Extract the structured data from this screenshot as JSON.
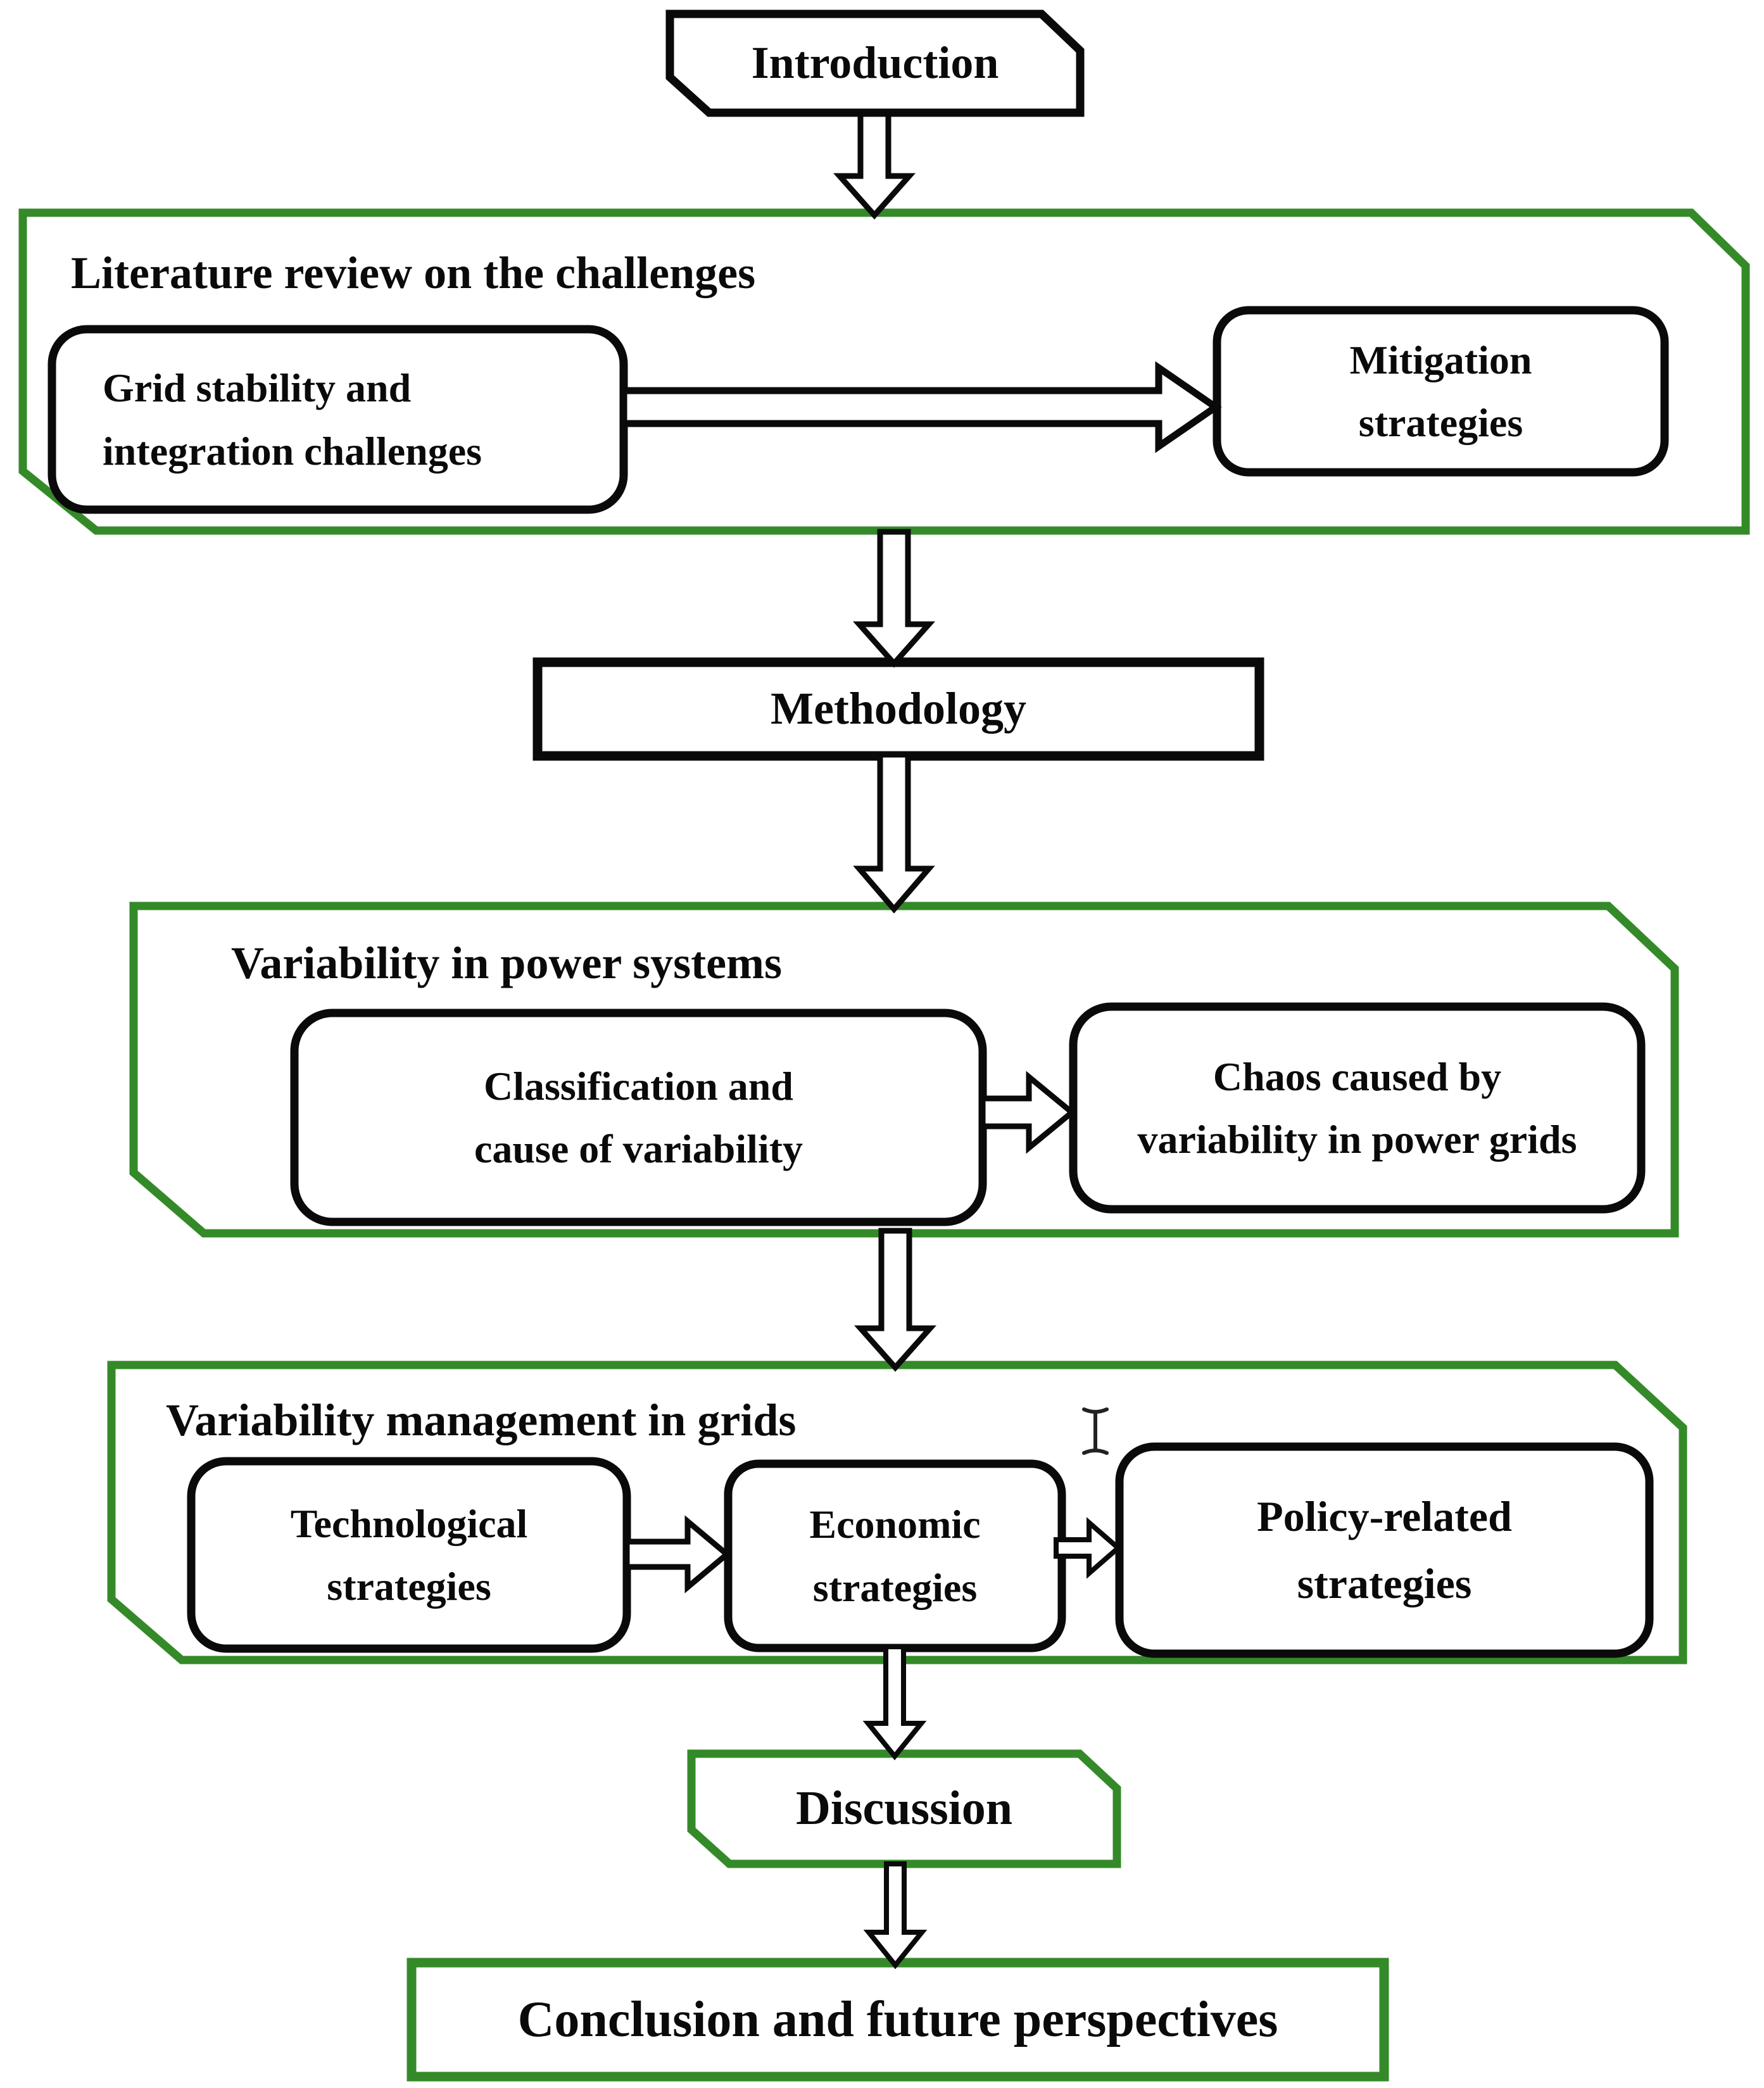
{
  "figure": {
    "colors": {
      "green": "#348a28",
      "ink": "#0a0a0a",
      "background": "#ffffff"
    },
    "cursor": {
      "type": "text-ibeam"
    },
    "nodes": {
      "introduction": "Introduction",
      "literature_title": "Literature review on the challenges",
      "grid_stability": "Grid stability and\nintegration challenges",
      "mitigation": "Mitigation\nstrategies",
      "methodology": "Methodology",
      "variability_title": "Variability in power systems",
      "classification": "Classification and\ncause of variability",
      "chaos": "Chaos caused by\nvariability in power grids",
      "management_title": "Variability management in grids",
      "technological": "Technological\nstrategies",
      "economic": "Economic\nstrategies",
      "policy": "Policy-related\nstrategies",
      "discussion": "Discussion",
      "conclusion": "Conclusion and future perspectives"
    }
  }
}
